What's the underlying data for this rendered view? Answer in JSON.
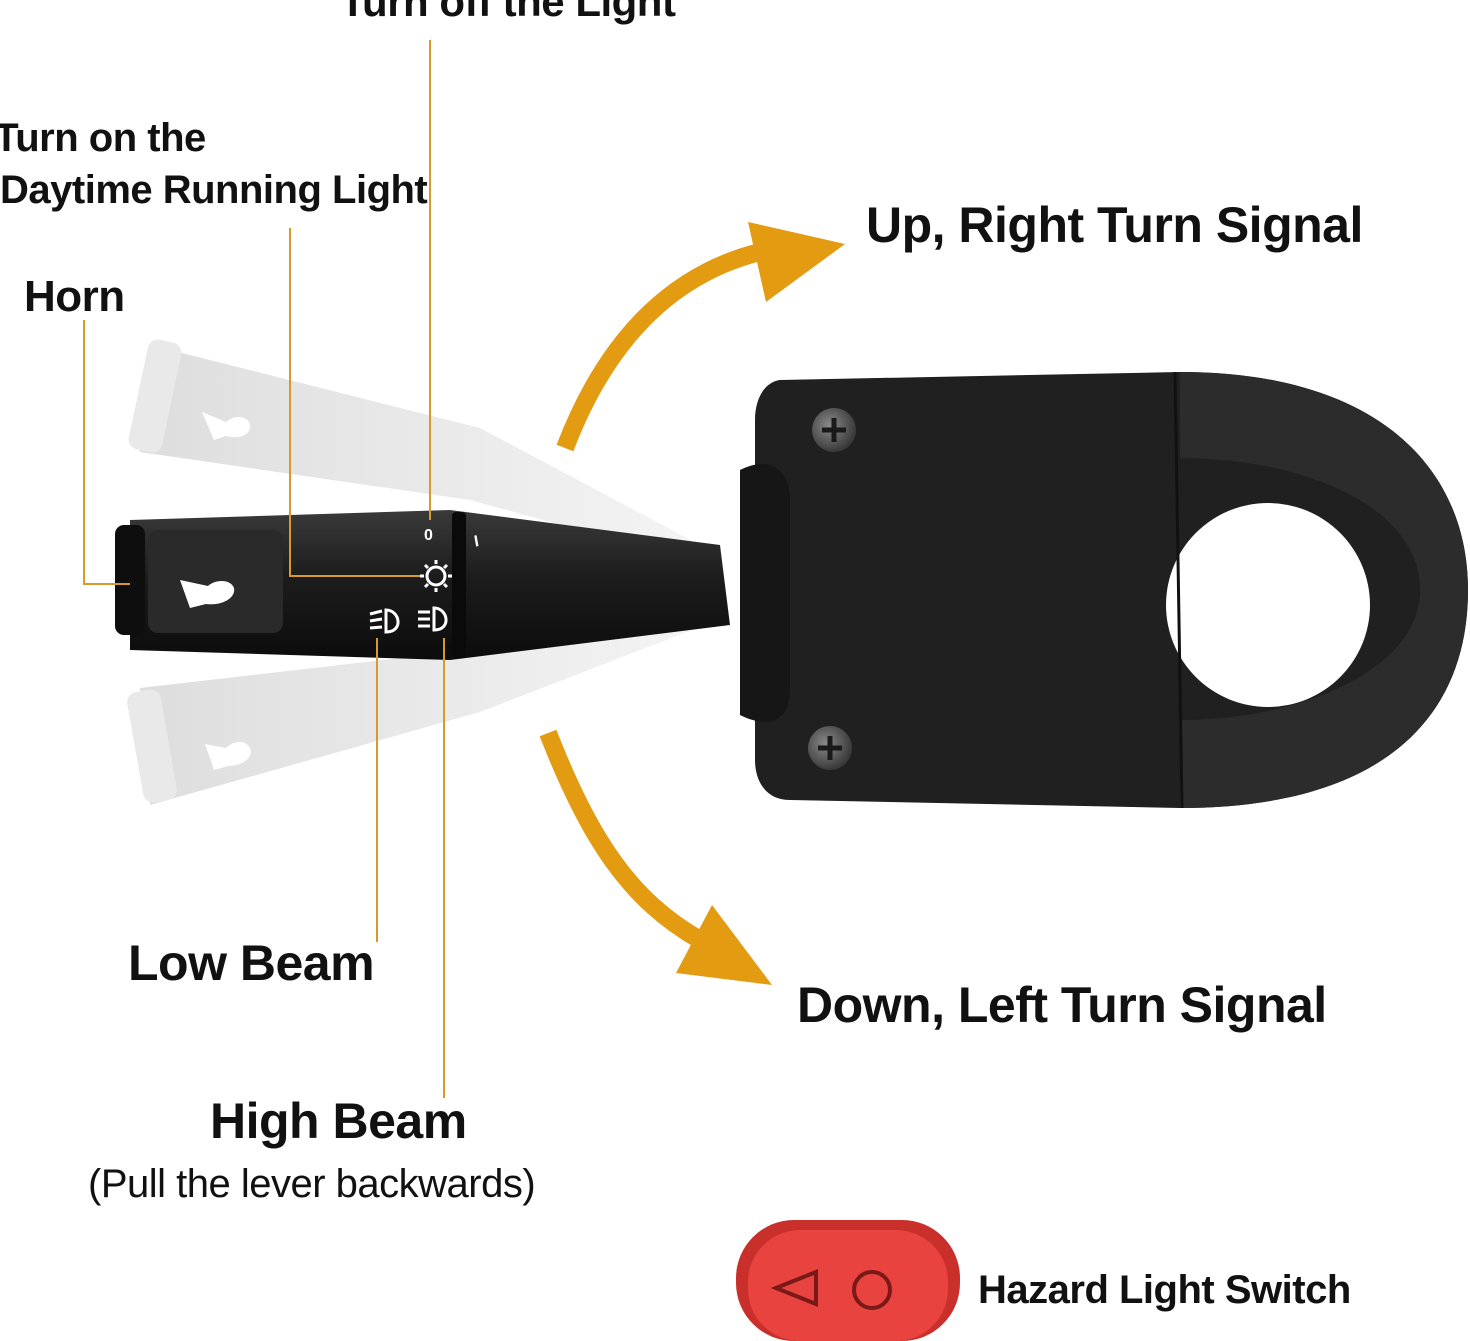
{
  "labels": {
    "turn_off": "Turn off the Light",
    "drl_line1": "Turn on the",
    "drl_line2": "Daytime Running Light",
    "horn": "Horn",
    "up_right": "Up, Right Turn Signal",
    "low_beam": "Low Beam",
    "down_left": "Down, Left Turn Signal",
    "high_beam": "High Beam",
    "high_beam_note": "(Pull the lever backwards)",
    "hazard": "Hazard Light Switch"
  },
  "lever_markings": {
    "off": "0",
    "on": "I"
  },
  "icons": [
    "horn-icon",
    "sun-icon",
    "low-beam-icon",
    "high-beam-icon",
    "triangle-icon",
    "circle-icon",
    "screw-icon"
  ],
  "colors": {
    "arrow": "#e39b12",
    "leader_line": "#d99a2b",
    "body": "#1c1c1c",
    "hazard_button": "#e8433f"
  }
}
